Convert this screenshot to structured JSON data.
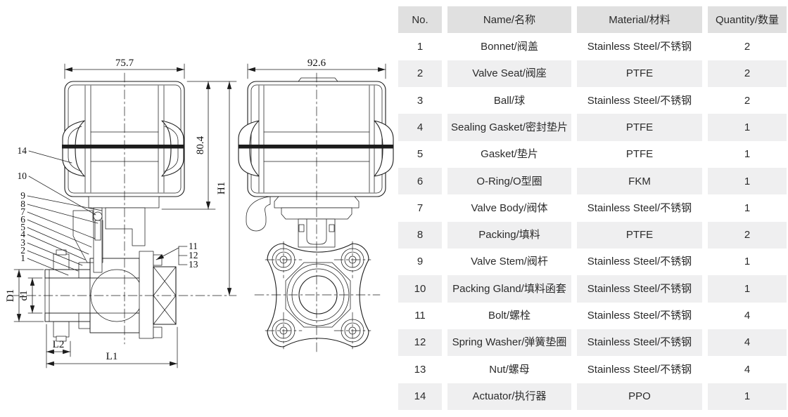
{
  "parts_table": {
    "headers": [
      "No.",
      "Name/名称",
      "Material/材料",
      "Quantity/数量"
    ],
    "rows": [
      {
        "no": "1",
        "name": "Bonnet/阀盖",
        "material": "Stainless Steel/不锈钢",
        "qty": "2"
      },
      {
        "no": "2",
        "name": "Valve Seat/阀座",
        "material": "PTFE",
        "qty": "2"
      },
      {
        "no": "3",
        "name": "Ball/球",
        "material": "Stainless Steel/不锈钢",
        "qty": "2"
      },
      {
        "no": "4",
        "name": "Sealing Gasket/密封垫片",
        "material": "PTFE",
        "qty": "1"
      },
      {
        "no": "5",
        "name": "Gasket/垫片",
        "material": "PTFE",
        "qty": "1"
      },
      {
        "no": "6",
        "name": "O-Ring/O型圈",
        "material": "FKM",
        "qty": "1"
      },
      {
        "no": "7",
        "name": "Valve Body/阀体",
        "material": "Stainless Steel/不锈钢",
        "qty": "1"
      },
      {
        "no": "8",
        "name": "Packing/填料",
        "material": "PTFE",
        "qty": "2"
      },
      {
        "no": "9",
        "name": "Valve Stem/阀杆",
        "material": "Stainless Steel/不锈钢",
        "qty": "1"
      },
      {
        "no": "10",
        "name": "Packing Gland/填料函套",
        "material": "Stainless Steel/不锈钢",
        "qty": "1"
      },
      {
        "no": "11",
        "name": "Bolt/螺栓",
        "material": "Stainless Steel/不锈钢",
        "qty": "4"
      },
      {
        "no": "12",
        "name": "Spring Washer/弹簧垫圈",
        "material": "Stainless Steel/不锈钢",
        "qty": "4"
      },
      {
        "no": "13",
        "name": "Nut/螺母",
        "material": "Stainless Steel/不锈钢",
        "qty": "4"
      },
      {
        "no": "14",
        "name": "Actuator/执行器",
        "material": "PPO",
        "qty": "1"
      }
    ]
  },
  "drawing": {
    "front_view": {
      "dim_width": "75.7",
      "dim_actuator_height": "80.4",
      "dim_total_height": "H1",
      "dim_outer_diameter": "D1",
      "dim_bore_diameter": "d1",
      "dim_thread_length": "L2",
      "dim_overall_length": "L1",
      "callouts_left": [
        "14",
        "10",
        "9",
        "8",
        "7",
        "6",
        "5",
        "4",
        "3",
        "2",
        "1"
      ],
      "callouts_right": [
        "11",
        "12",
        "13"
      ]
    },
    "side_view": {
      "dim_width": "92.6"
    }
  },
  "colors": {
    "table_header_bg": "#e0e0e0",
    "table_row_shaded_bg": "#efeff0",
    "line": "#1c1c1c",
    "text": "#2b2b2b"
  }
}
